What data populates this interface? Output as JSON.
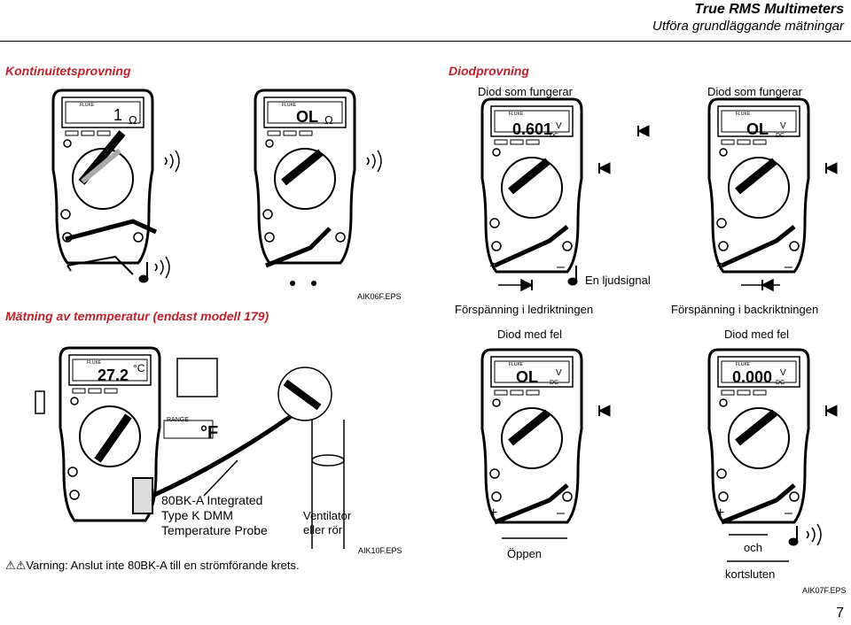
{
  "header": {
    "title": "True RMS Multimeters",
    "subtitle": "Utföra grundläggande mätningar"
  },
  "sections": {
    "continuity": "Kontinuitetsprovning",
    "diode": "Diodprovning",
    "temperature": "Mätning av temmperatur (endast modell 179)"
  },
  "captions": {
    "diode_ok_1": "Diod som fungerar",
    "diode_ok_2": "Diod som fungerar",
    "beep": "En ljudsignal",
    "forward": "Förspänning i ledriktningen",
    "reverse": "Förspänning i backriktningen",
    "diode_bad_1": "Diod med fel",
    "diode_bad_2": "Diod med fel",
    "open": "Öppen",
    "and": "och",
    "shorted": "kortsluten",
    "probe_l1": "80BK-A Integrated",
    "probe_l2": "Type K DMM",
    "probe_l3": "Temperature Probe",
    "vent_l1": "Ventilator",
    "vent_l2": "eller rör",
    "warning": "Varning: Anslut inte 80BK-A till en strömförande krets."
  },
  "figure_ids": {
    "fig1": "AIK06F.EPS",
    "fig2": "AIK10F.EPS",
    "fig3": "AIK07F.EPS"
  },
  "displays": {
    "m1": "1",
    "m1u": "Ω",
    "m2": "OL",
    "m2u": "Ω",
    "m3": "0.601",
    "m3u": "V",
    "m3s": "DC",
    "m4": "OL",
    "m4u": "V",
    "m4s": "DC",
    "m5": "27.2",
    "m5u": "°C",
    "m6": "OL",
    "m6u": "V",
    "m6s": "DC",
    "m7": "0.000",
    "m7u": "V",
    "m7s": "DC"
  },
  "range_label": "RANGE",
  "deg_f": "°F",
  "brand": "FLUKE",
  "page_number": "7"
}
